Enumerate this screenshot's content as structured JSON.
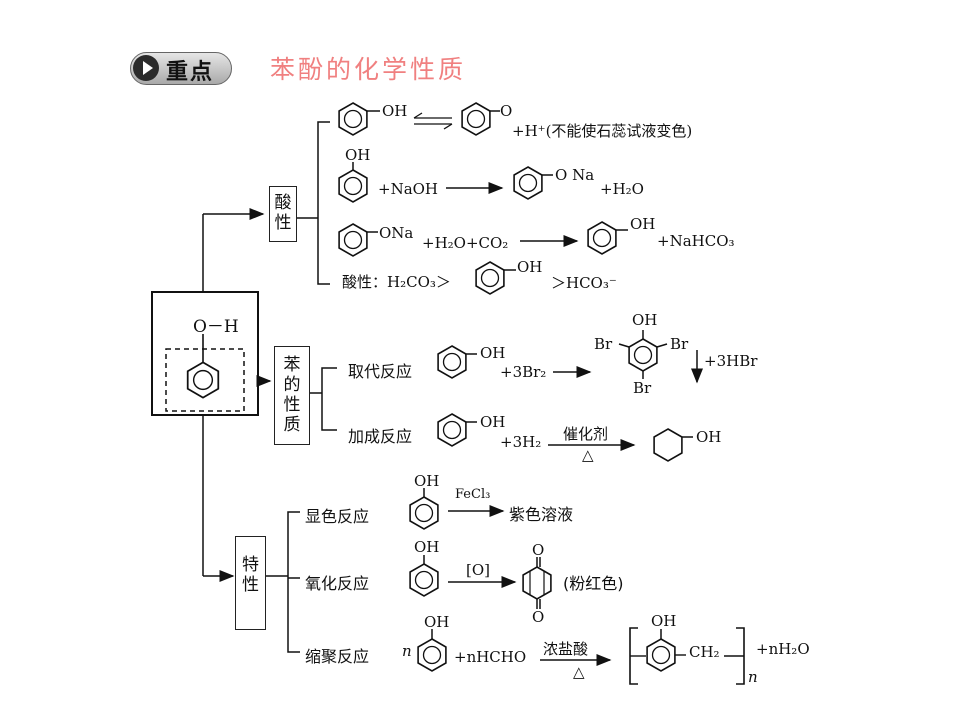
{
  "header": {
    "badge": "重点",
    "title": "苯酚的化学性质"
  },
  "center": {
    "oh_label": "O－H"
  },
  "boxes": {
    "acidity": "酸性",
    "benzene_props": "苯的性质",
    "special": "特性"
  },
  "acid": {
    "r1_oh": "OH",
    "r1_o": "O",
    "r1_tail": "+H⁺(不能使石蕊试液变色)",
    "r2_oh": "OH",
    "r2_naoh": "+NaOH",
    "r2_ona": "O Na",
    "r2_h2o": "+H₂O",
    "r3_ona": "ONa",
    "r3_h2o_co2": "+H₂O+CO₂",
    "r3_oh": "OH",
    "r3_nahco3": "+NaHCO₃",
    "r4_label": "酸性：H₂CO₃＞",
    "r4_oh": "OH",
    "r4_tail": "＞HCO₃⁻"
  },
  "benzene": {
    "sub_label": "取代反应",
    "sub_oh": "OH",
    "sub_reagent": "+3Br₂",
    "sub_p_oh": "OH",
    "sub_br_left": "Br",
    "sub_br_right": "Br",
    "sub_br_bottom": "Br",
    "sub_hbr": "+3HBr",
    "add_label": "加成反应",
    "add_oh": "OH",
    "add_reagent": "+3H₂",
    "add_catalyst": "催化剂",
    "add_heat": "△",
    "add_p_oh": "OH"
  },
  "special": {
    "color_label": "显色反应",
    "color_oh": "OH",
    "color_reagent": "FeCl₃",
    "color_result": "紫色溶液",
    "ox_label": "氧化反应",
    "ox_oh": "OH",
    "ox_reagent": "[O]",
    "ox_o_top": "O",
    "ox_o_bottom": "O",
    "ox_result": "(粉红色)",
    "poly_label": "缩聚反应",
    "poly_n": "n",
    "poly_oh": "OH",
    "poly_reagent": "+nHCHO",
    "poly_catalyst": "浓盐酸",
    "poly_heat": "△",
    "poly_p_oh": "OH",
    "poly_ch2": "CH₂",
    "poly_sub_n": "n",
    "poly_water": "+nH₂O"
  }
}
